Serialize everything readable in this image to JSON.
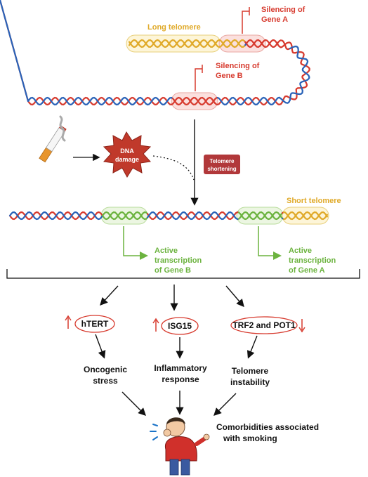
{
  "top": {
    "long_telomere": "Long telomere",
    "silencing_a": [
      "Silencing of",
      "Gene A"
    ],
    "silencing_b": [
      "Silencing of",
      "Gene B"
    ]
  },
  "middle": {
    "dna_damage": [
      "DNA",
      "damage"
    ],
    "telomere_shortening": [
      "Telomere",
      "shortening"
    ],
    "short_telomere": "Short telomere",
    "active_b": [
      "Active",
      "transcription",
      "of Gene B"
    ],
    "active_a": [
      "Active",
      "transcription",
      "of Gene A"
    ]
  },
  "markers": {
    "htert": "hTERT",
    "isg15": "ISG15",
    "trf2_pot1": "TRF2 and POT1"
  },
  "outcomes": {
    "oncogenic": [
      "Oncogenic",
      "stress"
    ],
    "inflammatory": [
      "Inflammatory",
      "response"
    ],
    "instability": [
      "Telomere",
      "instability"
    ]
  },
  "final": [
    "Comorbidities associated",
    "with smoking"
  ],
  "colors": {
    "red": "#d73b2f",
    "blue": "#2a63b8",
    "yellow": "#e0aa2a",
    "green": "#6cb33f"
  }
}
